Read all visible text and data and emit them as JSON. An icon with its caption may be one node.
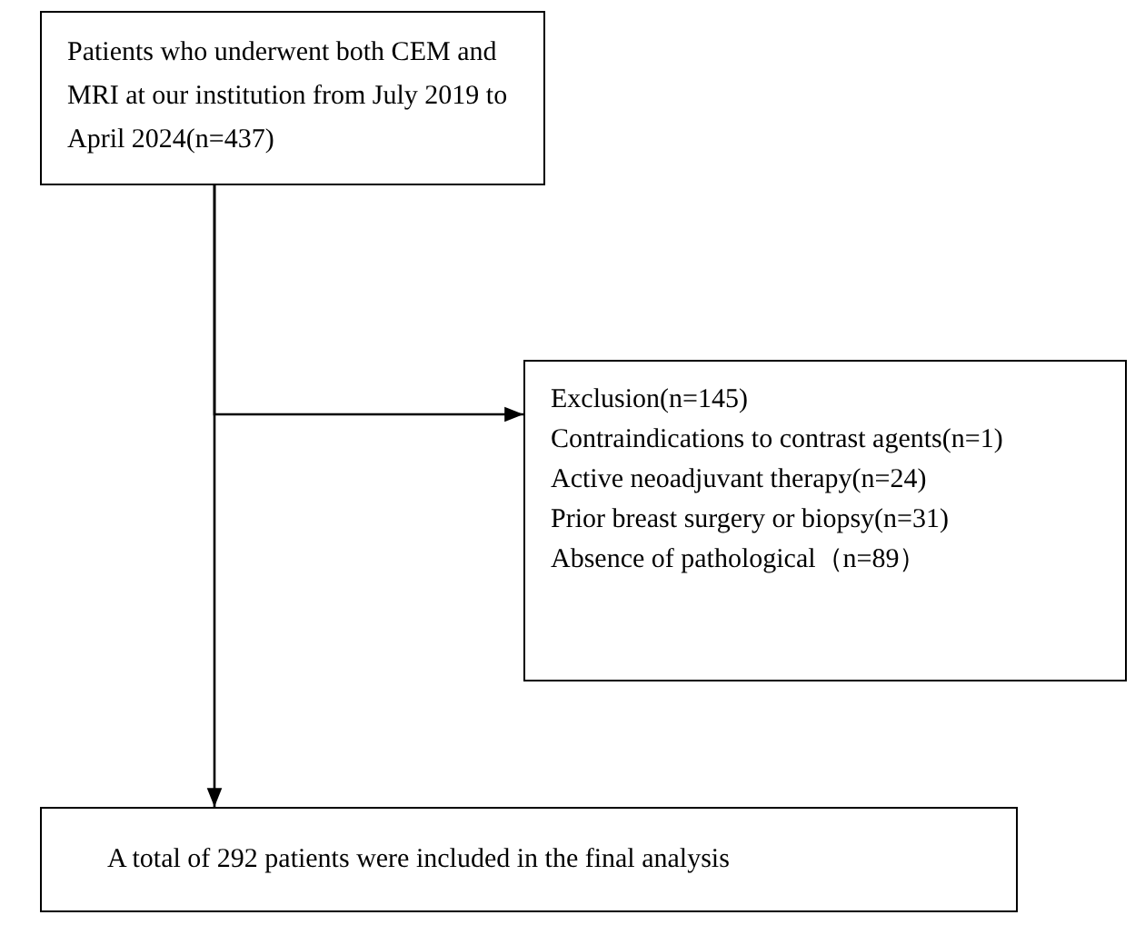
{
  "diagram": {
    "nodes": [
      {
        "text": [
          "Patients who underwent both CEM and MRI at our institution from July 2019 to April 2024(n=437)"
        ]
      },
      {
        "text": [
          "Exclusion(n=145)",
          "Contraindications to contrast agents(n=1)",
          "Active neoadjuvant therapy(n=24)",
          "Prior breast surgery or biopsy(n=31)",
          "Absence of pathological（n=89）"
        ]
      },
      {
        "text": [
          "A total of 292 patients were included in the final analysis"
        ]
      }
    ],
    "edges": [
      {
        "from": 0,
        "to": 2,
        "arrow": "to"
      },
      {
        "from": 0,
        "to": 1,
        "arrow": "to"
      }
    ]
  }
}
